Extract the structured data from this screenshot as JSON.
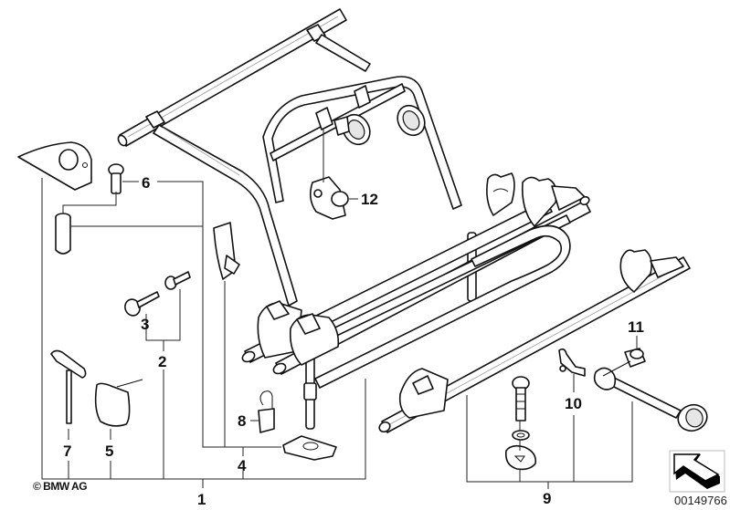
{
  "diagram": {
    "title": "Bicycle rear carrier parts diagram",
    "copyright": "© BMW AG",
    "document_number": "00149766",
    "navigation_icon": "arrow-up-left-icon",
    "part_labels": [
      {
        "id": "1",
        "text": "1",
        "description": "Rear bicycle carrier assembly"
      },
      {
        "id": "2",
        "text": "2",
        "description": "Lock cylinder with keys"
      },
      {
        "id": "3",
        "text": "3",
        "description": "Key"
      },
      {
        "id": "4",
        "text": "4",
        "description": "Locking plate set"
      },
      {
        "id": "5",
        "text": "5",
        "description": "Strap"
      },
      {
        "id": "6",
        "text": "6",
        "description": "Screw with sleeve"
      },
      {
        "id": "7",
        "text": "7",
        "description": "T-handle wrench"
      },
      {
        "id": "8",
        "text": "8",
        "description": "Hook tag"
      },
      {
        "id": "9",
        "text": "9",
        "description": "Wheel rail with fixings"
      },
      {
        "id": "10",
        "text": "10",
        "description": "Pin"
      },
      {
        "id": "11",
        "text": "11",
        "description": "Lock nut"
      },
      {
        "id": "12",
        "text": "12",
        "description": "Frame clamp"
      }
    ]
  }
}
